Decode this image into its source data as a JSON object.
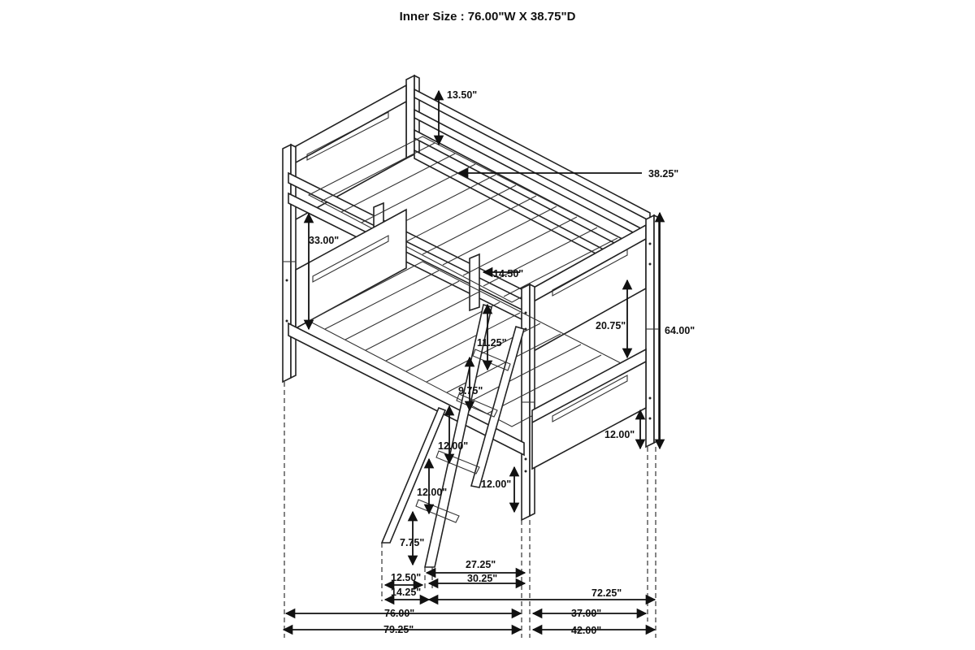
{
  "header": {
    "title": "Inner Size : 76.00\"W X 38.75\"D"
  },
  "dimensions": {
    "guard_rail_height": "13.50\"",
    "inner_width": "38.25\"",
    "clearance_between_bunks": "33.00\"",
    "ladder_top_offset": "14.50\"",
    "headboard_upper_height": "20.75\"",
    "overall_height": "64.00\"",
    "ladder_rung_top": "11.25\"",
    "ladder_rung_second": "9.75\"",
    "ladder_rung_spacing_1": "12.00\"",
    "ladder_rung_spacing_2": "12.00\"",
    "bottom_clearance_side": "12.00\"",
    "bottom_clearance_front": "12.00\"",
    "ladder_bottom_rung": "7.75\"",
    "ladder_base_offset": "12.50\"",
    "ladder_width_inner": "27.25\"",
    "ladder_width_outer": "30.25\"",
    "ladder_depth": "14.25\"",
    "footprint_depth_ladder": "72.25\"",
    "inner_length": "76.00\"",
    "inner_depth": "37.00\"",
    "overall_length": "79.25\"",
    "overall_depth": "42.00\""
  }
}
